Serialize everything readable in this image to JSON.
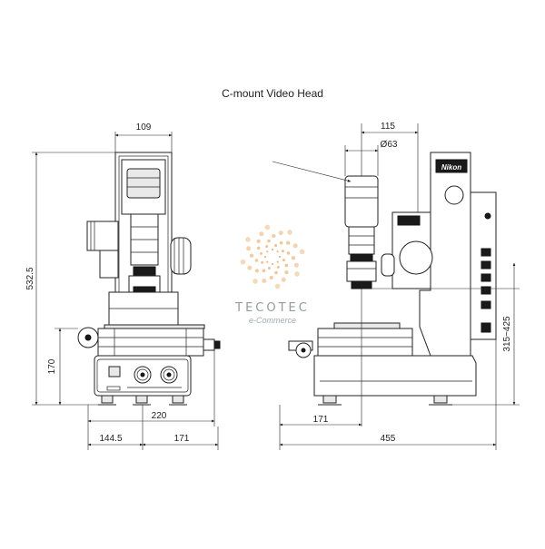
{
  "title": "C-mount Video Head",
  "dimensions": {
    "front_top_width": "109",
    "front_total_height": "532.5",
    "front_stage_height": "170",
    "front_base_width": "220",
    "front_left_offset": "144.5",
    "front_right_offset": "171",
    "side_top_width": "115",
    "side_lens_diameter": "Ø63",
    "side_working_range": "315~425",
    "side_front_offset": "171",
    "side_total_depth": "455"
  },
  "brand_label": "Nikon",
  "watermark": {
    "name": "TECOTEC",
    "subtitle": "e-Commerce"
  },
  "colors": {
    "line": "#222222",
    "watermark_dots": "#e8a35a",
    "watermark_text": "#8a8f96"
  }
}
